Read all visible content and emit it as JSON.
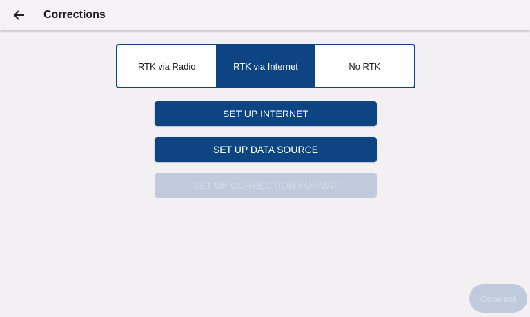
{
  "header": {
    "title": "Corrections",
    "back_icon": "arrow-left-icon"
  },
  "segments": [
    {
      "label": "RTK via Radio",
      "selected": false
    },
    {
      "label": "RTK via Internet",
      "selected": true
    },
    {
      "label": "No RTK",
      "selected": false
    }
  ],
  "buttons": {
    "setup_internet": "SET UP INTERNET",
    "setup_data_source": "SET UP DATA SOURCE",
    "setup_correction_format": "SET UP CORRECTION FORMAT",
    "connect": "Connect"
  },
  "colors": {
    "primary": "#0d4583",
    "disabled": "#bfcbdc"
  }
}
